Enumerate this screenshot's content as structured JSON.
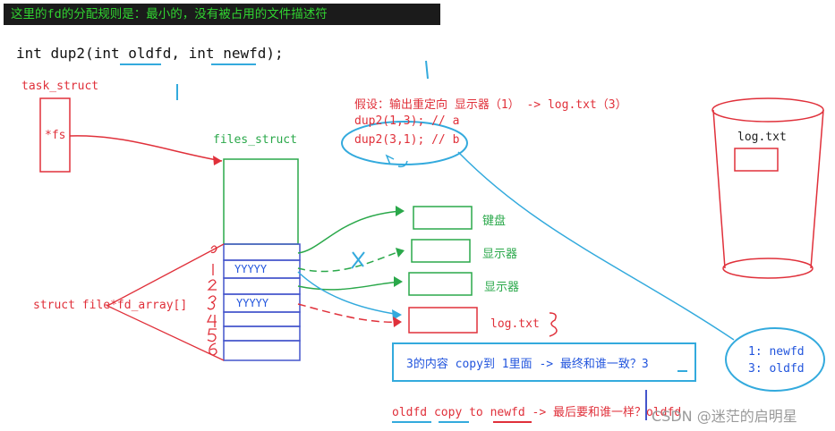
{
  "banner": "这里的fd的分配规则是：最小的，没有被占用的文件描述符",
  "signature": "int dup2(int oldfd, int newfd);",
  "labels": {
    "task_struct": "task_struct",
    "fs": "*fs",
    "files_struct": "files_struct",
    "fd_array": "struct file*fd_array[]",
    "keyboard": "键盘",
    "display1": "显示器",
    "display2": "显示器",
    "logtxt": "log.txt",
    "cup_label": "log.txt",
    "cell1": "YYYYY",
    "cell2": "YYYYY"
  },
  "annotation": {
    "line1": "假设：输出重定向 显示器（1） -> log.txt（3）",
    "line2": "dup2(1,3); // a",
    "line3": "dup2(3,1); // b"
  },
  "note_box": "3的内容 copy到 1里面 -> 最终和谁一致？3",
  "bottom_line": "oldfd copy to newfd -> 最后要和谁一样？oldfd",
  "bubble": {
    "line1": "1: newfd",
    "line2": "3: oldfd"
  },
  "watermark": "CSDN @迷茫的启明星"
}
